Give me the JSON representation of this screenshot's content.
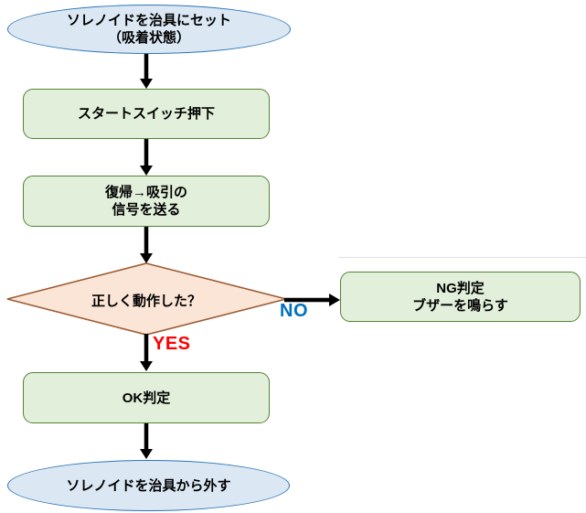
{
  "diagram": {
    "type": "flowchart",
    "nodes": {
      "start": {
        "shape": "terminal",
        "lines": [
          "ソレノイドを治具にセット",
          "（吸着状態）"
        ]
      },
      "step1": {
        "shape": "process",
        "lines": [
          "スタートスイッチ押下"
        ]
      },
      "step2": {
        "shape": "process",
        "lines": [
          "復帰→吸引の",
          "信号を送る"
        ]
      },
      "decision": {
        "shape": "decision",
        "lines": [
          "正しく動作した？"
        ]
      },
      "ng": {
        "shape": "process",
        "lines": [
          "NG判定",
          "ブザーを鳴らす"
        ]
      },
      "ok": {
        "shape": "process",
        "lines": [
          "OK判定"
        ]
      },
      "end": {
        "shape": "terminal",
        "lines": [
          "ソレノイドを治具から外す"
        ]
      }
    },
    "edge_labels": {
      "yes": "YES",
      "no": "NO"
    },
    "colors": {
      "terminal_fill": "#dbe8f4",
      "terminal_border": "#2e74b5",
      "process_fill": "#e2efda",
      "process_border": "#548235",
      "decision_fill": "#fbe5d6",
      "decision_border": "#9c5b32",
      "arrow": "#000000",
      "yes_label": "#ff0000",
      "no_label": "#0070c0",
      "text": "#000000",
      "background": "#ffffff"
    }
  }
}
